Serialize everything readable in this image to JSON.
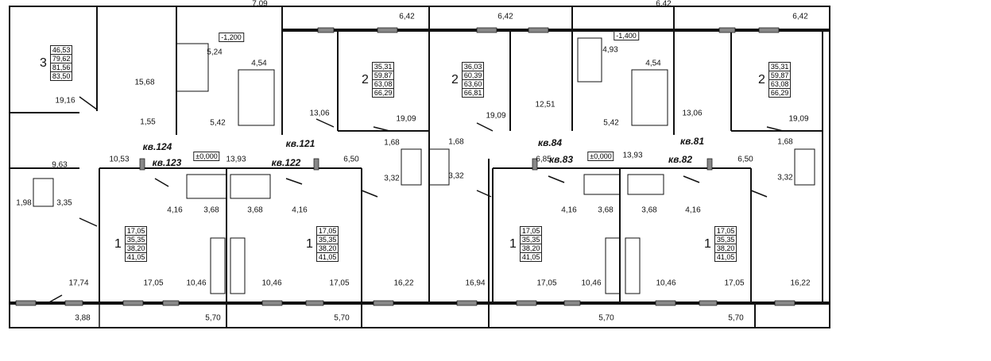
{
  "apartments": [
    {
      "label": "кв.124"
    },
    {
      "label": "кв.123"
    },
    {
      "label": "кв.121"
    },
    {
      "label": "кв.122"
    },
    {
      "label": "кв.84"
    },
    {
      "label": "кв.83"
    },
    {
      "label": "кв.81"
    },
    {
      "label": "кв.82"
    }
  ],
  "level_tags": [
    "-1,200",
    "±0,000",
    "-1,400",
    "±0,000"
  ],
  "area_cards": [
    {
      "rooms": "3",
      "areas": [
        "46,53",
        "79,62",
        "81,56",
        "83,50"
      ]
    },
    {
      "rooms": "2",
      "areas": [
        "35,31",
        "59,87",
        "63,08",
        "66,29"
      ]
    },
    {
      "rooms": "2",
      "areas": [
        "36,03",
        "60,39",
        "63,60",
        "66,81"
      ]
    },
    {
      "rooms": "2",
      "areas": [
        "35,31",
        "59,87",
        "63,08",
        "66,29"
      ]
    },
    {
      "rooms": "1",
      "areas": [
        "17,05",
        "35,35",
        "38,20",
        "41,05"
      ]
    },
    {
      "rooms": "1",
      "areas": [
        "17,05",
        "35,35",
        "38,20",
        "41,05"
      ]
    },
    {
      "rooms": "1",
      "areas": [
        "17,05",
        "35,35",
        "38,20",
        "41,05"
      ]
    },
    {
      "rooms": "1",
      "areas": [
        "17,05",
        "35,35",
        "38,20",
        "41,05"
      ]
    }
  ],
  "room_areas": [
    "7,09",
    "6,42",
    "6,42",
    "6,42",
    "6,42",
    "5,24",
    "4,54",
    "4,93",
    "4,54",
    "15,68",
    "19,16",
    "13,06",
    "19,09",
    "19,09",
    "12,51",
    "13,06",
    "19,09",
    "1,55",
    "5,42",
    "5,42",
    "10,53",
    "13,93",
    "6,50",
    "6,85",
    "13,93",
    "6,50",
    "1,68",
    "1,68",
    "1,68",
    "9,63",
    "3,32",
    "3,32",
    "3,32",
    "1,98",
    "3,35",
    "4,16",
    "3,68",
    "3,68",
    "4,16",
    "4,16",
    "3,68",
    "3,68",
    "4,16",
    "17,74",
    "17,05",
    "10,46",
    "10,46",
    "17,05",
    "16,22",
    "16,94",
    "17,05",
    "10,46",
    "10,46",
    "17,05",
    "16,22",
    "3,88",
    "5,70",
    "5,70",
    "5,70",
    "5,70"
  ]
}
